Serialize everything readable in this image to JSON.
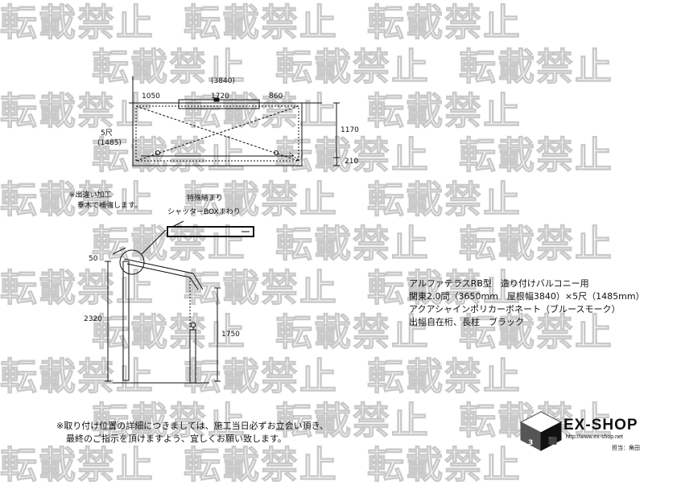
{
  "watermark": {
    "text": "転載禁止"
  },
  "plan": {
    "total_width": "(3840)",
    "seg_left": "1050",
    "seg_mid": "1720",
    "seg_right": "860",
    "depth_label": "5尺",
    "depth_value": "(1485)",
    "height_upper": "1170",
    "height_lower": "210"
  },
  "section": {
    "note_line1": "※出違い加工",
    "note_line2": "垂木で補強します。",
    "callout_line1": "特殊納まり",
    "callout_line2": "シャッターBOXまわり",
    "dim_top": "50",
    "dim_total": "2320",
    "dim_post": "1750"
  },
  "spec": {
    "line1": "アルファテラスRB型　造り付けバルコニー用",
    "line2": "関東2.0間（3650mm　屋根幅3840）×5尺（1485mm）",
    "line3": "アクアシャインポリカーボネート（ブルースモーク）",
    "line4": "出幅自在桁、長柱　ブラック"
  },
  "notes": {
    "line1": "※取り付け位置の詳細につきましては、施工当日必ずお立会い頂き、",
    "line2": "最終のご指示を頂けますよう、宜しくお願い致します。"
  },
  "logo": {
    "name": "EX-SHOP",
    "url": "http://www.ex-shop.net",
    "person": "担当：角田"
  }
}
